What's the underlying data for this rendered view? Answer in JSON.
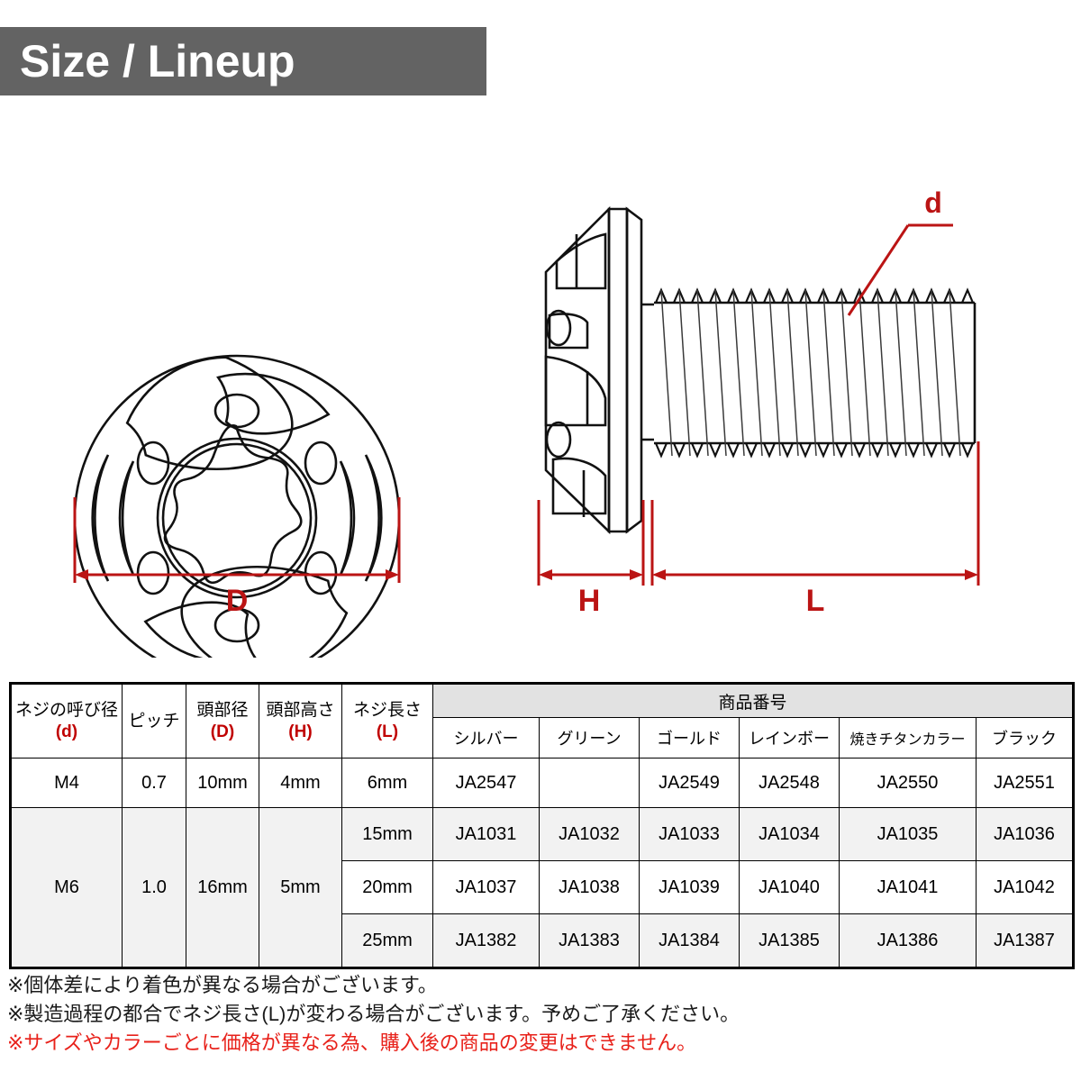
{
  "header": {
    "title": "Size / Lineup",
    "banner_color": "#636363"
  },
  "diagram": {
    "dimension_color": "#bb1414",
    "labels": {
      "diameter": "D",
      "head_height": "H",
      "length": "L",
      "thread_diameter": "d"
    }
  },
  "table": {
    "headers": {
      "nominal_diameter_jp": "ネジの呼び径",
      "nominal_diameter_sym": "(d)",
      "pitch_jp": "ピッチ",
      "head_diameter_jp": "頭部径",
      "head_diameter_sym": "(D)",
      "head_height_jp": "頭部高さ",
      "head_height_sym": "(H)",
      "screw_length_jp": "ネジ長さ",
      "screw_length_sym": "(L)",
      "product_number_jp": "商品番号"
    },
    "colors": [
      "シルバー",
      "グリーン",
      "ゴールド",
      "レインボー",
      "焼きチタンカラー",
      "ブラック"
    ],
    "groups": [
      {
        "nominal": "M4",
        "pitch": "0.7",
        "head_diameter": "10mm",
        "head_height": "4mm",
        "rows": [
          {
            "length": "6mm",
            "codes": [
              "JA2547",
              "",
              "JA2549",
              "JA2548",
              "JA2550",
              "JA2551"
            ],
            "shaded": false
          }
        ]
      },
      {
        "nominal": "M6",
        "pitch": "1.0",
        "head_diameter": "16mm",
        "head_height": "5mm",
        "rows": [
          {
            "length": "15mm",
            "codes": [
              "JA1031",
              "JA1032",
              "JA1033",
              "JA1034",
              "JA1035",
              "JA1036"
            ],
            "shaded": true
          },
          {
            "length": "20mm",
            "codes": [
              "JA1037",
              "JA1038",
              "JA1039",
              "JA1040",
              "JA1041",
              "JA1042"
            ],
            "shaded": false
          },
          {
            "length": "25mm",
            "codes": [
              "JA1382",
              "JA1383",
              "JA1384",
              "JA1385",
              "JA1386",
              "JA1387"
            ],
            "shaded": true
          }
        ]
      }
    ]
  },
  "footnotes": [
    {
      "text": "※個体差により着色が異なる場合がございます。",
      "red": false
    },
    {
      "text": "※製造過程の都合でネジ長さ(L)が変わる場合がございます。予めご了承ください。",
      "red": false
    },
    {
      "text": "※サイズやカラーごとに価格が異なる為、購入後の商品の変更はできません。",
      "red": true
    }
  ]
}
